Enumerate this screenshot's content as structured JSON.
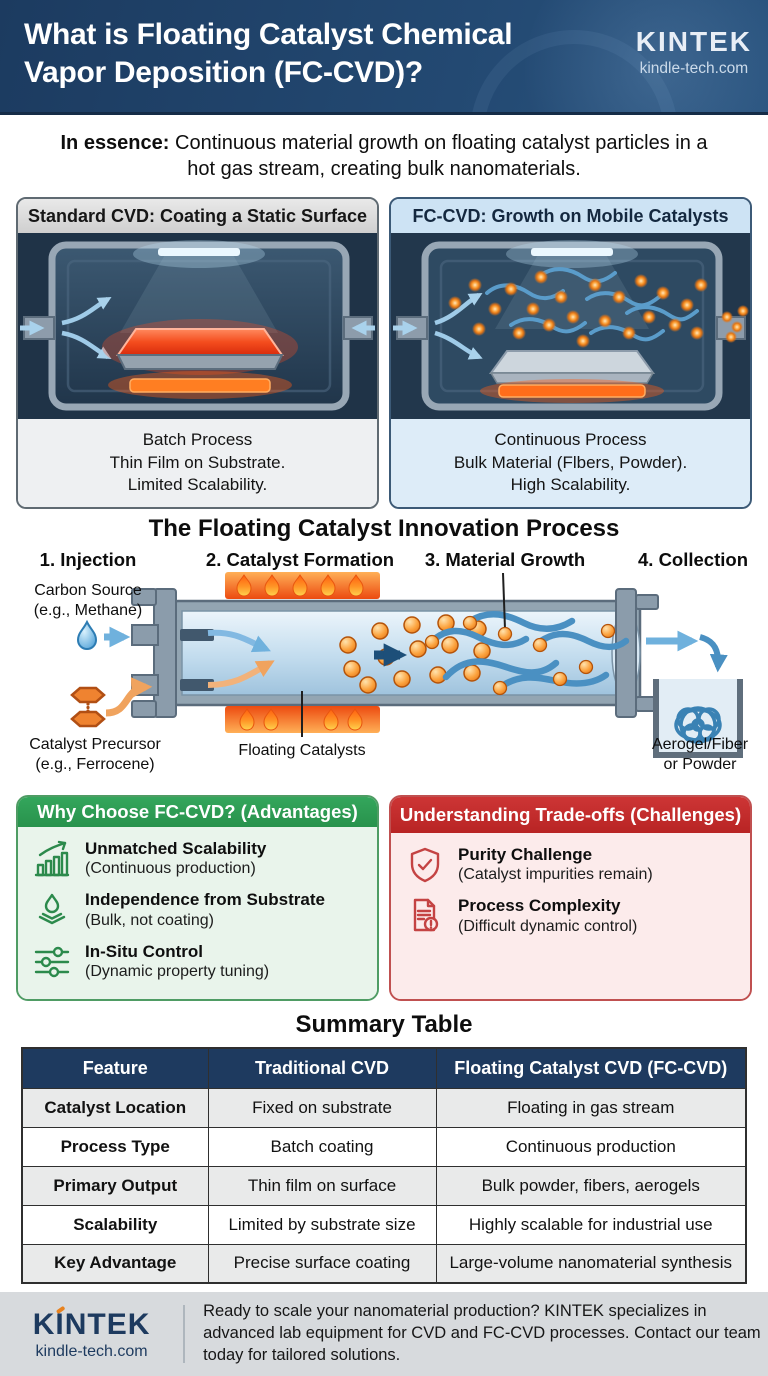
{
  "colors": {
    "navy": "#1e3a5f",
    "green": "#2e9e50",
    "red": "#c62b2b",
    "orange": "#f07b1d",
    "blue": "#5aa7d6"
  },
  "header": {
    "title_line1": "What is Floating Catalyst Chemical",
    "title_line2": "Vapor Deposition (FC-CVD)?",
    "brand": "KINTEK",
    "brand_site": "kindle-tech.com"
  },
  "intro": {
    "lead": "In essence:",
    "text": "Continuous material growth on floating catalyst particles in a hot gas stream, creating bulk nanomaterials."
  },
  "panels": {
    "standard": {
      "title": "Standard CVD: Coating a Static Surface",
      "caption": [
        "Batch Process",
        "Thin Film on Substrate.",
        "Limited Scalability."
      ]
    },
    "fccvd": {
      "title": "FC-CVD: Growth on Mobile Catalysts",
      "caption": [
        "Continuous Process",
        "Bulk Material (Flbers, Powder).",
        "High Scalability."
      ]
    }
  },
  "process": {
    "title": "The Floating Catalyst Innovation Process",
    "steps": [
      "1. Injection",
      "2. Catalyst Formation",
      "3. Material Growth",
      "4. Collection"
    ],
    "carbon_source": [
      "Carbon Source",
      "(e.g., Methane)"
    ],
    "catalyst_precursor": [
      "Catalyst Precursor",
      "(e.g., Ferrocene)"
    ],
    "floating_catalysts": "Floating Catalysts",
    "output": [
      "Aerogel/Fiber",
      "or Powder"
    ]
  },
  "advantages": {
    "title": "Why Choose FC-CVD? (Advantages)",
    "items": [
      {
        "icon": "chart-up-icon",
        "title": "Unmatched Scalability",
        "subtitle": "(Continuous production)"
      },
      {
        "icon": "droplet-layers-icon",
        "title": "Independence from Substrate",
        "subtitle": "(Bulk, not coating)"
      },
      {
        "icon": "sliders-icon",
        "title": "In-Situ Control",
        "subtitle": "(Dynamic property tuning)"
      }
    ]
  },
  "challenges": {
    "title": "Understanding Trade-offs (Challenges)",
    "items": [
      {
        "icon": "shield-check-icon",
        "title": "Purity Challenge",
        "subtitle": "(Catalyst impurities remain)"
      },
      {
        "icon": "document-alert-icon",
        "title": "Process Complexity",
        "subtitle": "(Difficult dynamic control)"
      }
    ]
  },
  "summary_table": {
    "title": "Summary Table",
    "headers": [
      "Feature",
      "Traditional CVD",
      "Floating Catalyst CVD (FC-CVD)"
    ],
    "rows": [
      {
        "feature": "Catalyst Location",
        "traditional": "Fixed on substrate",
        "fccvd": "Floating in gas stream"
      },
      {
        "feature": "Process Type",
        "traditional": "Batch coating",
        "fccvd": "Continuous production"
      },
      {
        "feature": "Primary Output",
        "traditional": "Thin film on surface",
        "fccvd": "Bulk powder, fibers, aerogels"
      },
      {
        "feature": "Scalability",
        "traditional": "Limited by substrate size",
        "fccvd": "Highly scalable for industrial use"
      },
      {
        "feature": "Key Advantage",
        "traditional": "Precise surface coating",
        "fccvd": "Large-volume nanomaterial synthesis"
      }
    ]
  },
  "footer": {
    "brand": "KINTEK",
    "brand_site": "kindle-tech.com",
    "text": "Ready to scale your nanomaterial production? KINTEK specializes in advanced lab equipment for CVD and FC-CVD processes. Contact our team today for tailored solutions."
  }
}
